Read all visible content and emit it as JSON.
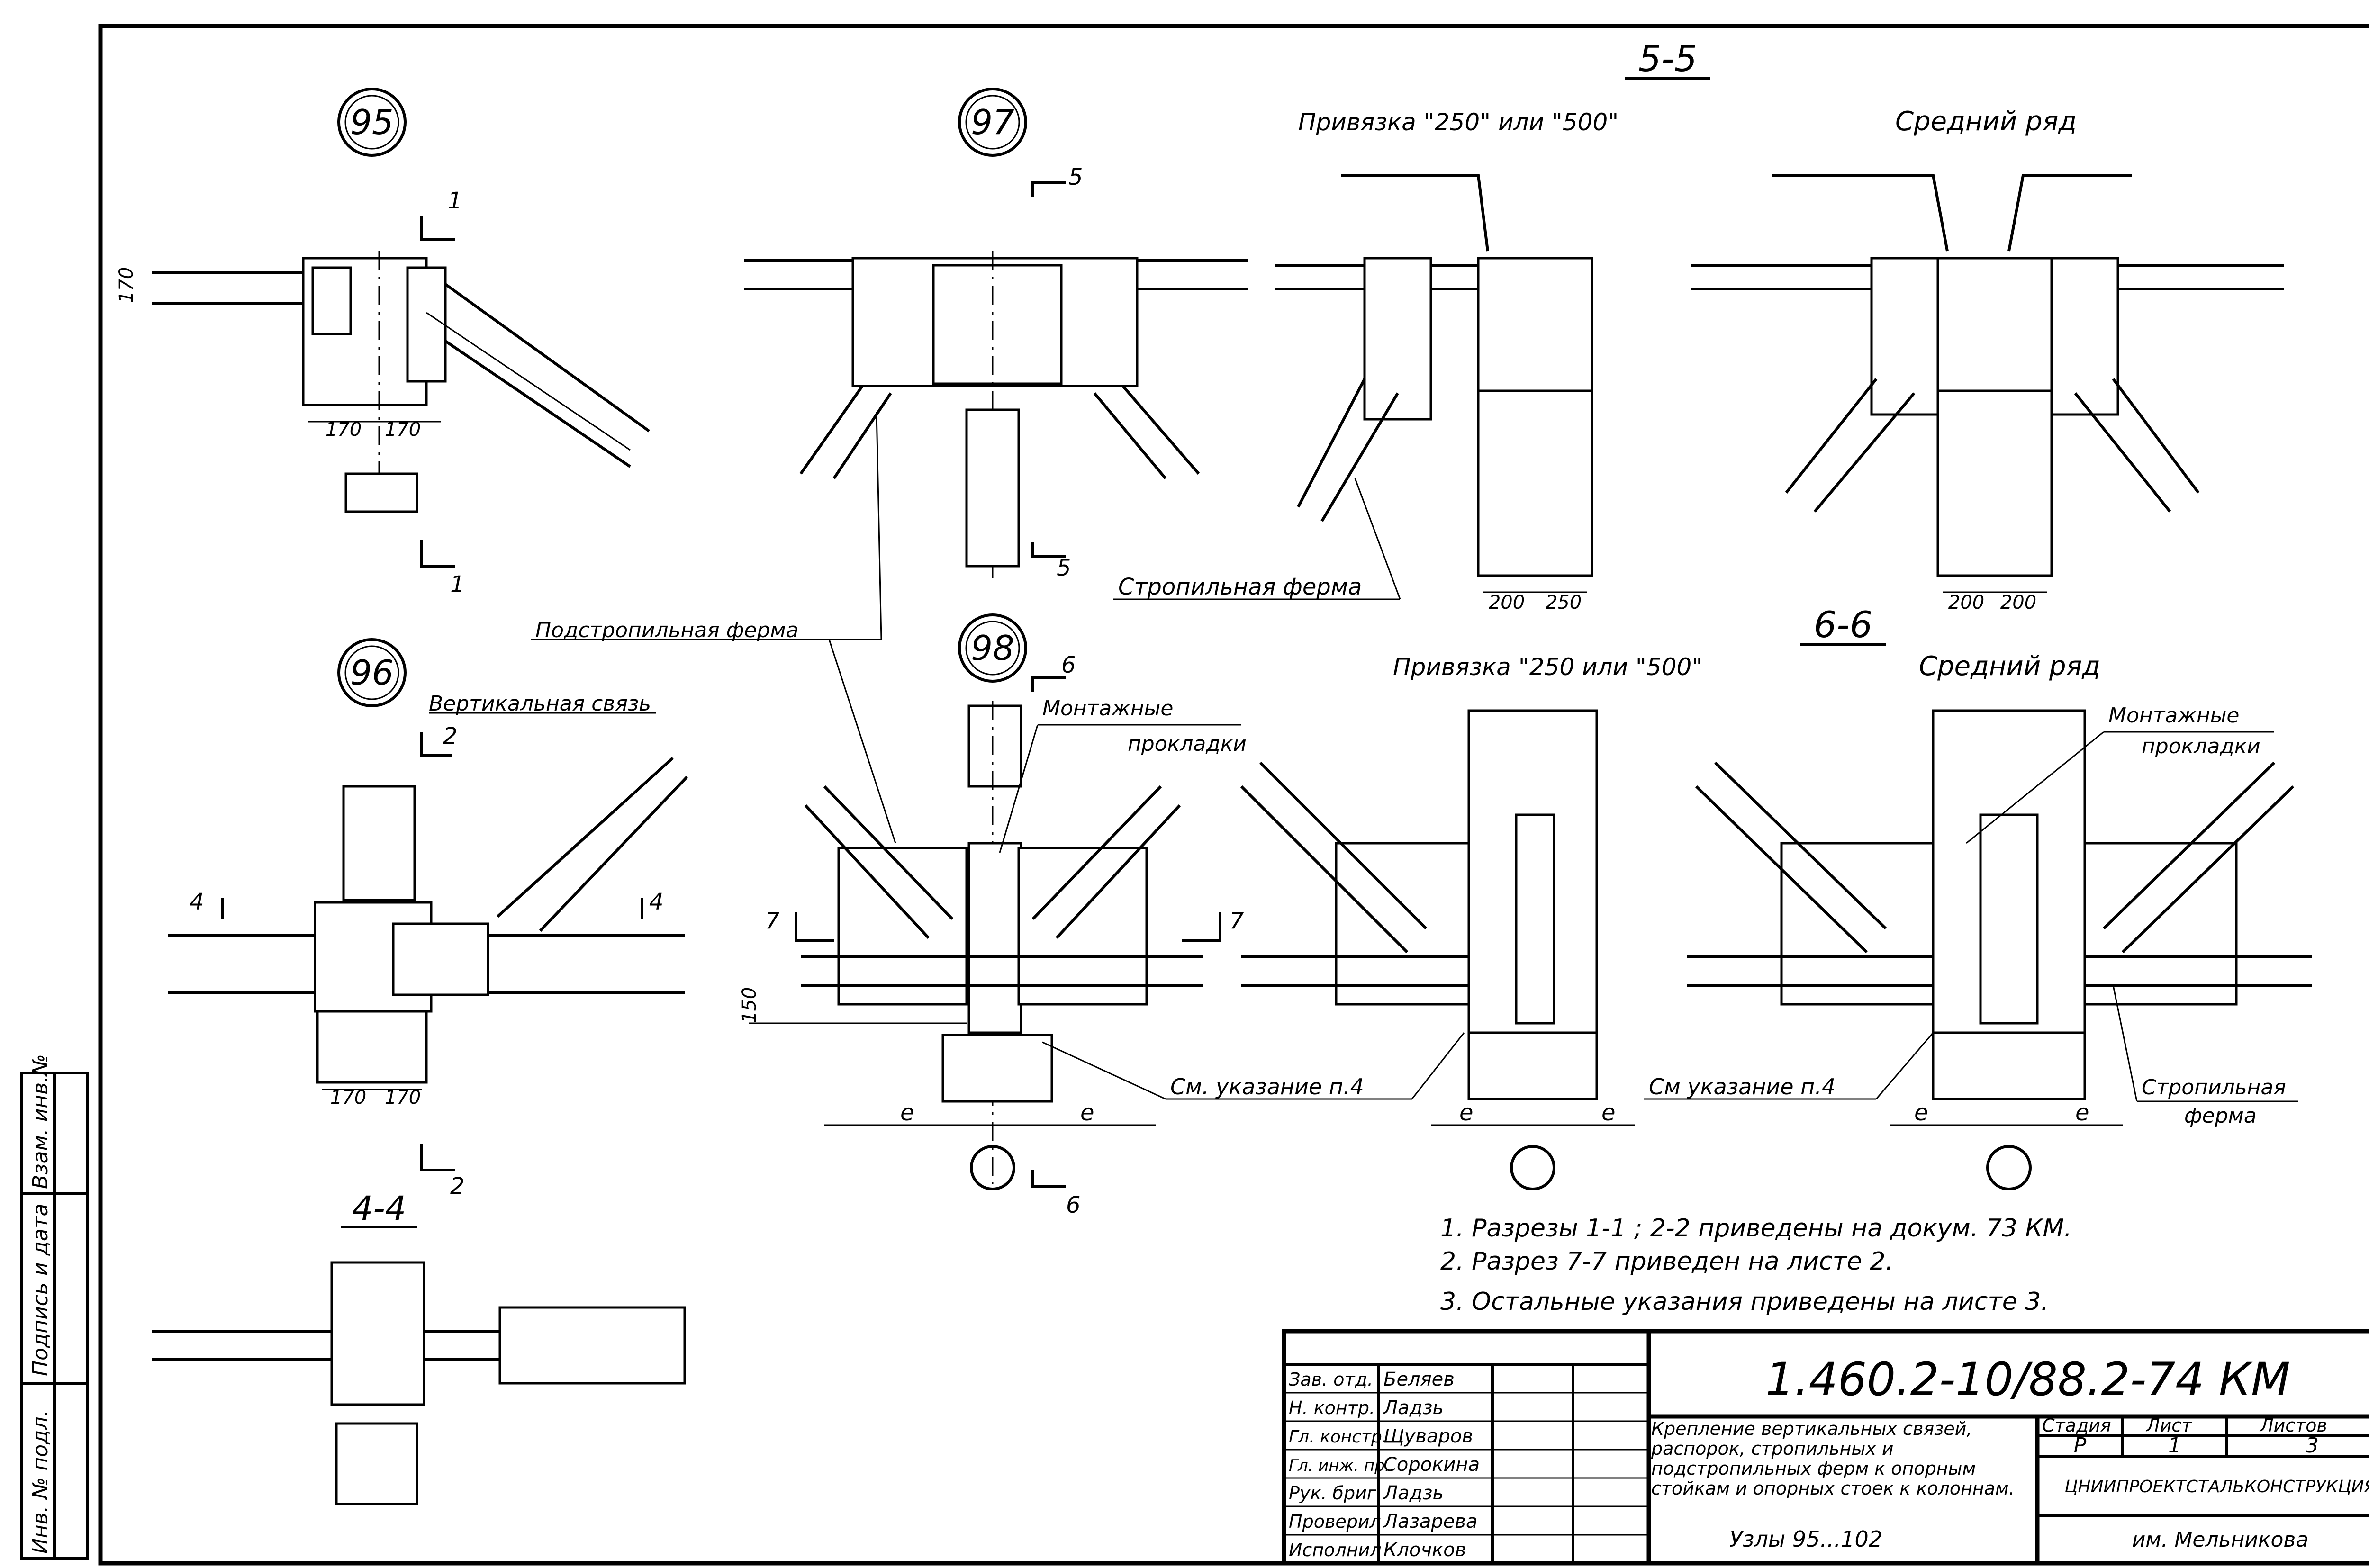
{
  "nodes": {
    "n95": "95",
    "n96": "96",
    "n97": "97",
    "n98": "98"
  },
  "sections": {
    "s55": "5-5",
    "s66": "6-6",
    "s44": "4-4",
    "cut1": "1",
    "cut2": "2",
    "cut4": "4",
    "cut5": "5",
    "cut6": "6",
    "cut7": "7"
  },
  "labels": {
    "privyazka_top": "Привязка \"250\" или \"500\"",
    "sredniy_top": "Средний ряд",
    "privyazka_bottom": "Привязка \"250 или \"500\"",
    "sredniy_bottom": "Средний ряд",
    "podstropilnaya": "Подстропильная ферма",
    "vertikalnaya": "Вертикальная связь",
    "stropilnaya": "Стропильная ферма",
    "montazh_1": "Монтажные",
    "montazh_2": "прокладки",
    "montazh_right_1": "Монтажные",
    "montazh_right_2": "прокладки",
    "sm_ukazanie_1": "См. указание п.4",
    "sm_ukazanie_2": "См указание п.4",
    "stropilnaya_right_1": "Стропильная",
    "stropilnaya_right_2": "ферма",
    "e": "е"
  },
  "dims": {
    "d170": "170",
    "d150": "150",
    "d200": "200",
    "d250": "250"
  },
  "notes": [
    "1. Разрезы 1-1 ; 2-2 приведены на докум. 73 КМ.",
    "2. Разрез 7-7 приведен на листе 2.",
    "3. Остальные указания приведены на листе 3."
  ],
  "side_stamp": {
    "inv_podl": "Инв. № подл.",
    "podpis": "Подпись и дата",
    "vzam": "Взам. инв.№"
  },
  "title_block": {
    "doc_code": "1.460.2-10/88.2-74 КМ",
    "description": "Крепление вертикальных связей, распорок, стропильных и подстропильных ферм к опорным стойкам и опорных стоек к колоннам.",
    "nodes_range": "Узлы 95...102",
    "stage_head": "Стадия",
    "sheet_head": "Лист",
    "sheets_head": "Листов",
    "stage": "Р",
    "sheet": "1",
    "sheets": "3",
    "org_1": "ЦНИИПРОЕКТСТАЛЬКОНСТРУКЦИЯ",
    "org_2": "им. Мельникова",
    "staff": [
      {
        "role": "Зав. отд.",
        "name": "Беляев"
      },
      {
        "role": "Н. контр.",
        "name": "Ладзь"
      },
      {
        "role": "Гл. констр.",
        "name": "Щуваров"
      },
      {
        "role": "Гл. инж. пр.",
        "name": "Сорокина"
      },
      {
        "role": "Рук. бриг.",
        "name": "Ладзь"
      },
      {
        "role": "Проверил",
        "name": "Лазарева"
      },
      {
        "role": "Исполнил",
        "name": "Клочков"
      }
    ]
  }
}
